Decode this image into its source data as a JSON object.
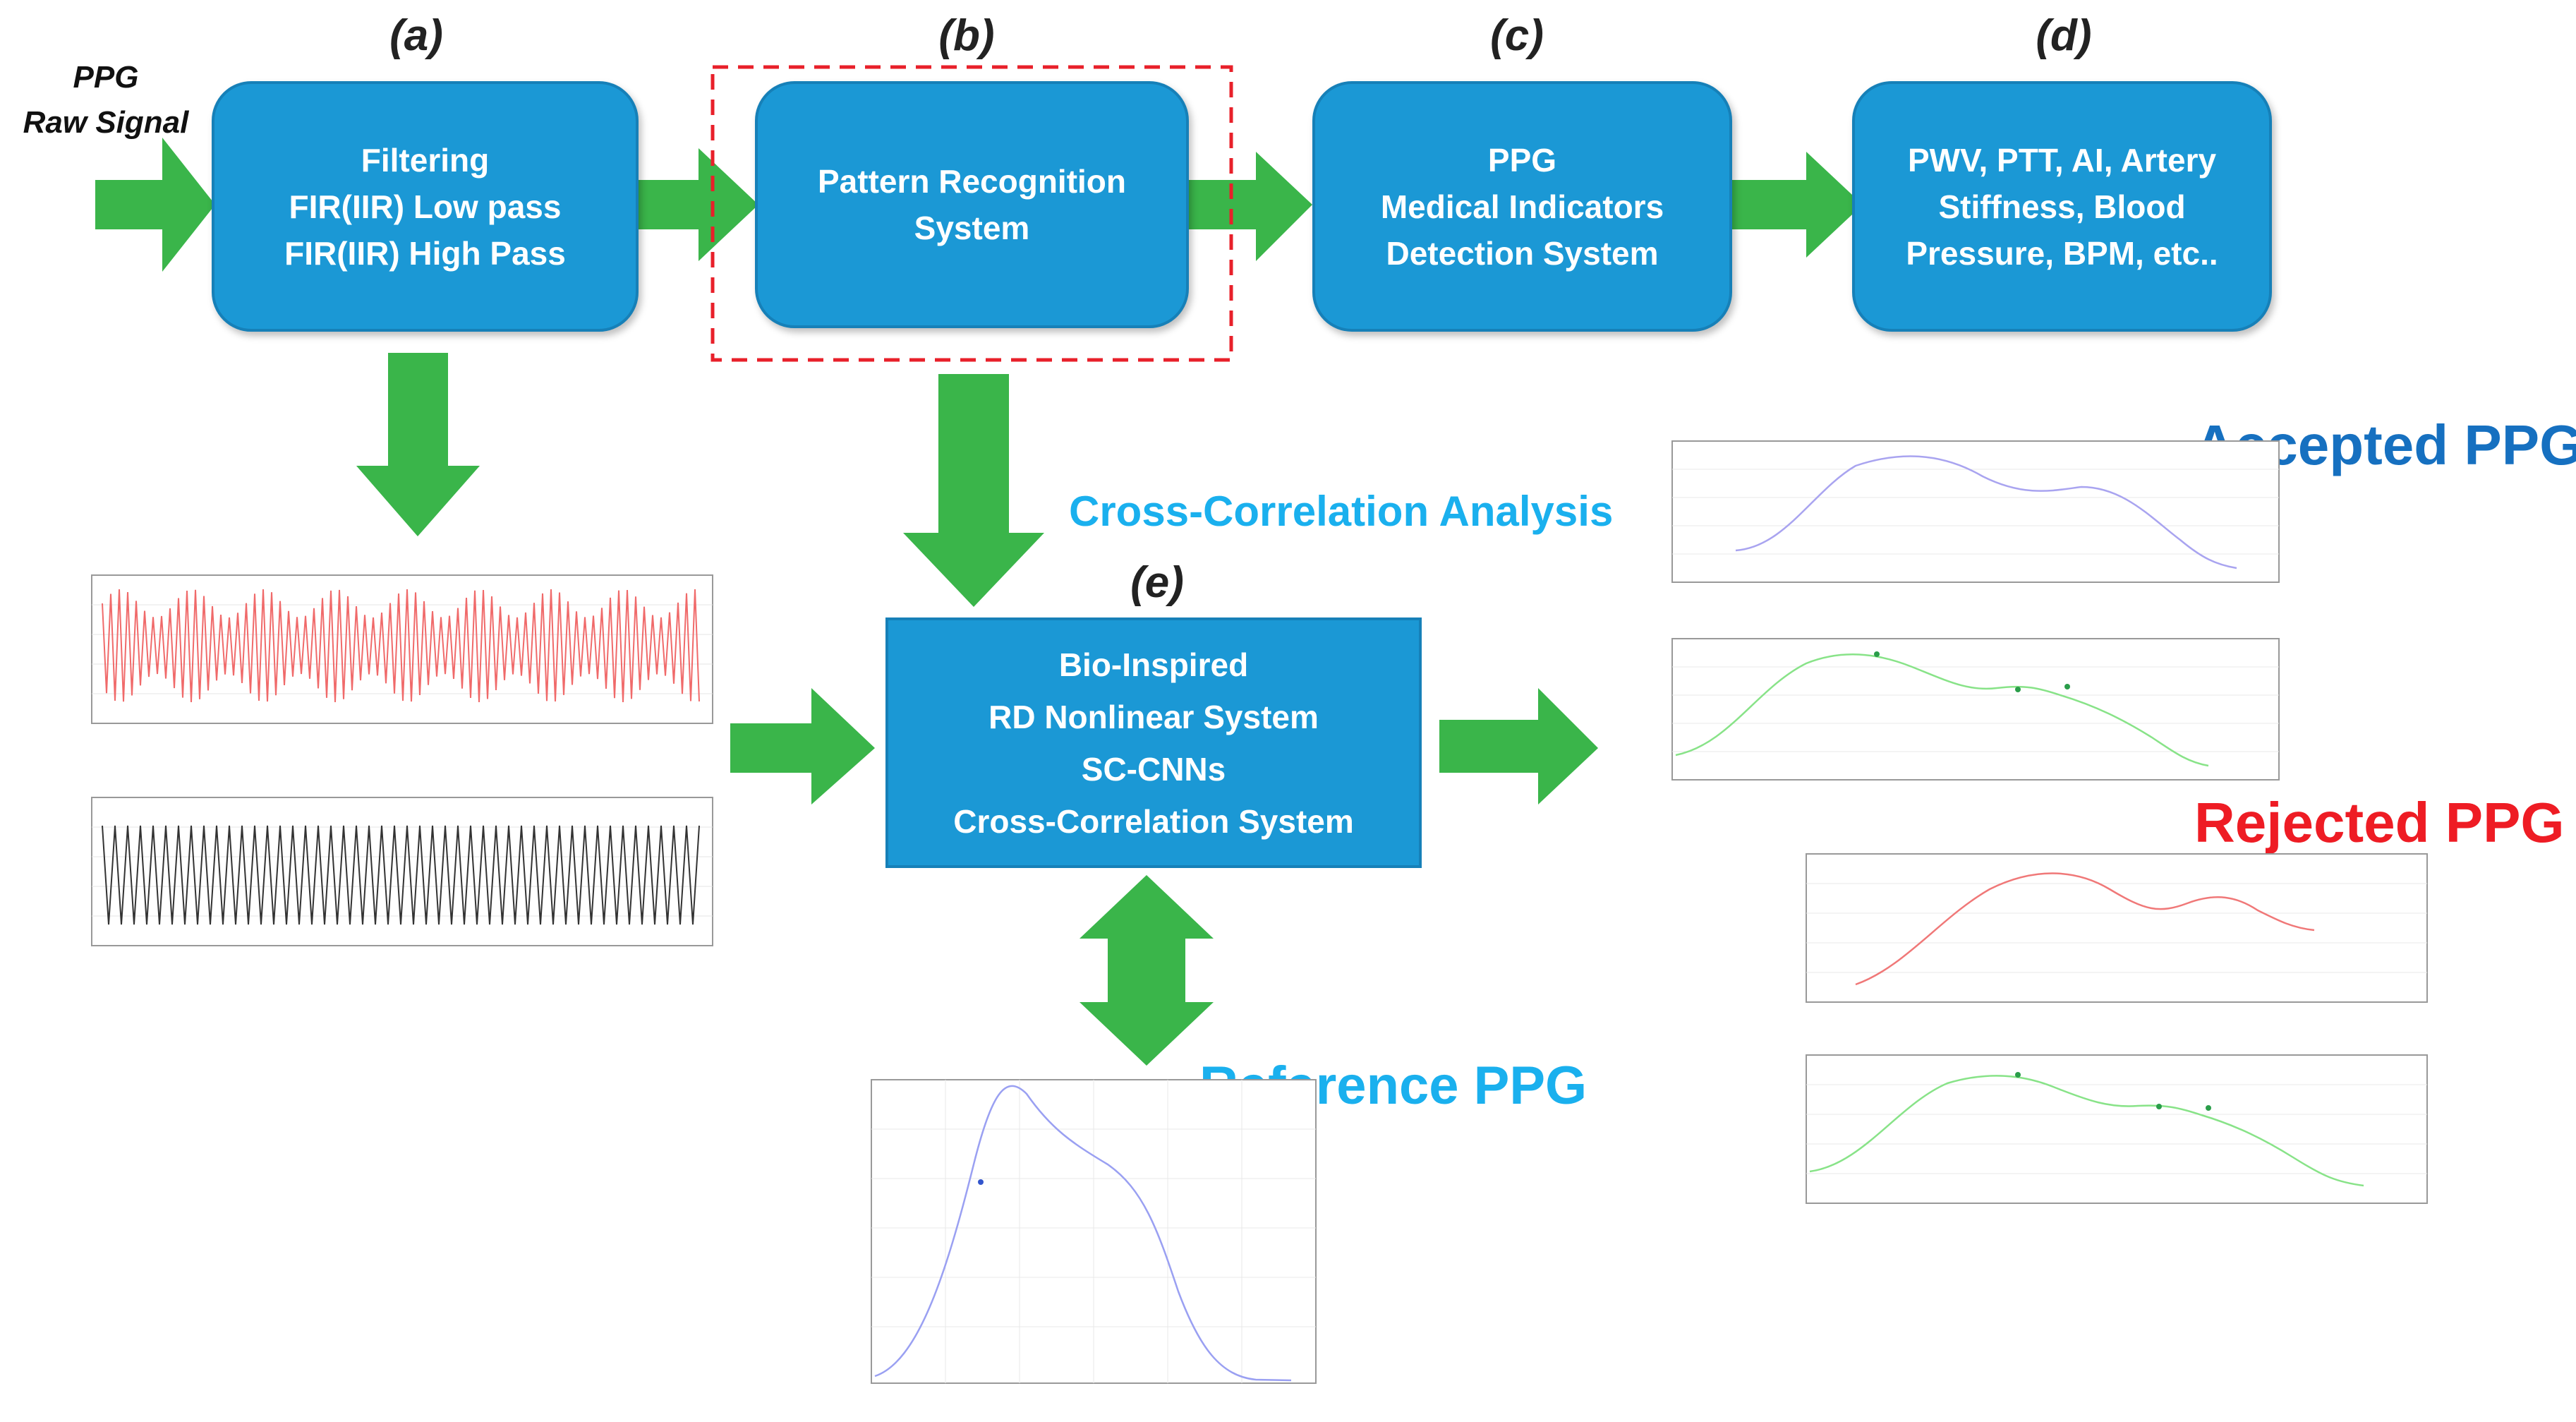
{
  "input": {
    "line1": "PPG",
    "line2": "Raw Signal"
  },
  "stages": {
    "a": "(a)",
    "b": "(b)",
    "c": "(c)",
    "d": "(d)",
    "e": "(e)"
  },
  "boxes": {
    "filtering": [
      "Filtering",
      "FIR(IIR) Low pass",
      "FIR(IIR) High Pass"
    ],
    "pattern": [
      "Pattern Recognition",
      "System"
    ],
    "indicators": [
      "PPG",
      "Medical Indicators",
      "Detection System"
    ],
    "outputs": [
      "PWV, PTT, AI, Artery",
      "Stiffness, Blood",
      "Pressure, BPM, etc.."
    ],
    "core": [
      "Bio-Inspired",
      "RD Nonlinear  System",
      "SC-CNNs",
      "Cross-Correlation  System"
    ]
  },
  "labels": {
    "cross_correlation": "Cross-Correlation Analysis",
    "reference": "Reference PPG",
    "accepted": "Accepted PPG",
    "rejected": "Rejected PPG"
  },
  "colors": {
    "box": "#1b98d5",
    "arrow": "#3ab54a",
    "accepted_text": "#1670c0",
    "rejected_text": "#ee1c24",
    "reference_text": "#1ab0ee",
    "cross_text": "#1ab0ee",
    "dashed_frame": "#e8202a"
  }
}
